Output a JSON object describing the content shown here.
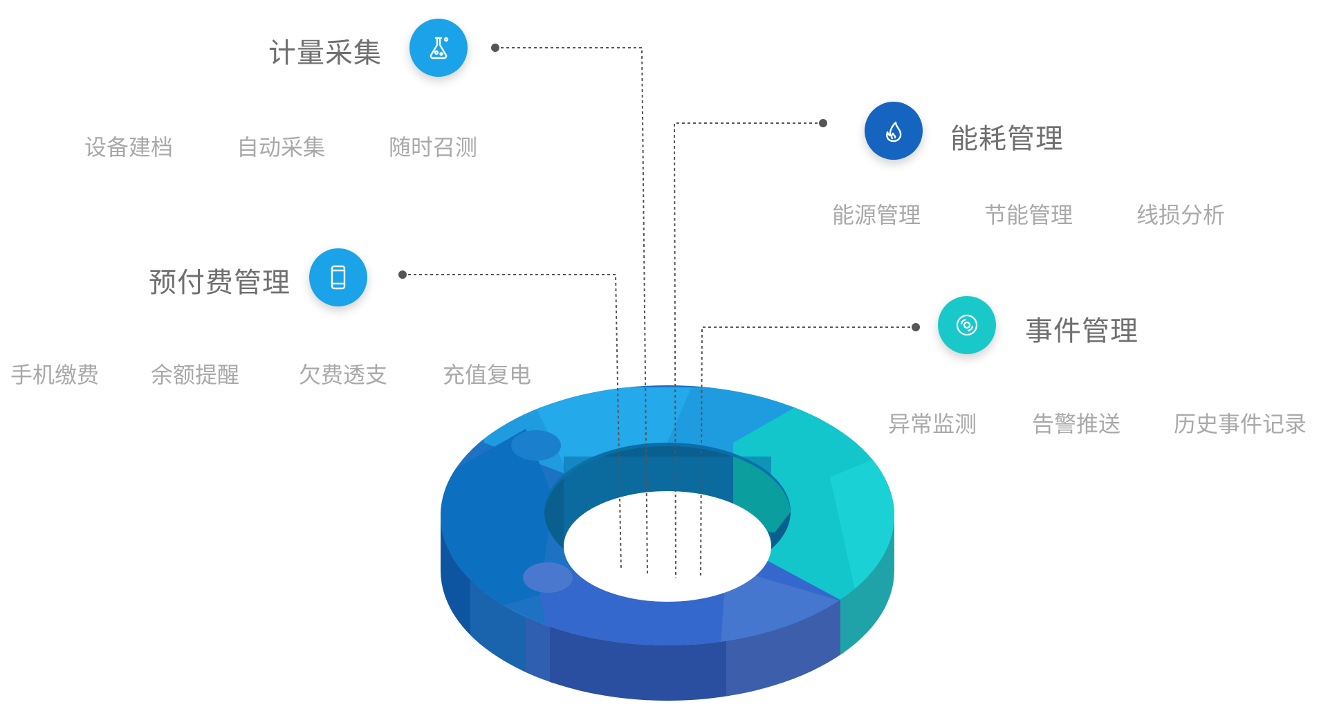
{
  "modules": {
    "metering": {
      "title": "计量采集",
      "icon": "flask-icon",
      "color": "#1aa3e8",
      "items": [
        "设备建档",
        "自动采集",
        "随时召测"
      ]
    },
    "energy": {
      "title": "能耗管理",
      "icon": "flame-icon",
      "color": "#1565c0",
      "items": [
        "能源管理",
        "节能管理",
        "线损分析"
      ]
    },
    "prepaid": {
      "title": "预付费管理",
      "icon": "phone-icon",
      "color": "#1aa3e8",
      "items": [
        "手机缴费",
        "余额提醒",
        "欠费透支",
        "充值复电"
      ]
    },
    "events": {
      "title": "事件管理",
      "icon": "disc-icon",
      "color": "#19c9c9",
      "items": [
        "异常监测",
        "告警推送",
        "历史事件记录"
      ]
    }
  }
}
